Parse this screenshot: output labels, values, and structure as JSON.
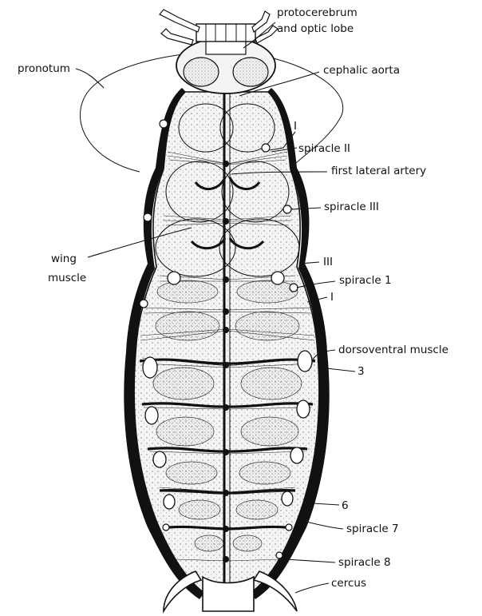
{
  "colors": {
    "ink": "#111111",
    "paper": "#ffffff",
    "stipple": "#e6e6e6"
  },
  "labels": {
    "protocerebrum_line1": "protocerebrum",
    "protocerebrum_line2": "and optic lobe",
    "pronotum": "pronotum",
    "cephalic_aorta": "cephalic aorta",
    "roman_I_top": "I",
    "spiracle_II": "spiracle II",
    "first_lateral_artery": "first lateral artery",
    "spiracle_III": "spiracle III",
    "wing_muscle_line1": "wing",
    "wing_muscle_line2": "muscle",
    "roman_III": "III",
    "spiracle_1": "spiracle 1",
    "roman_I_lower": "I",
    "dorsoventral_muscle": "dorsoventral muscle",
    "num_3": "3",
    "num_6": "6",
    "spiracle_7": "spiracle 7",
    "spiracle_8": "spiracle 8",
    "cercus": "cercus"
  }
}
